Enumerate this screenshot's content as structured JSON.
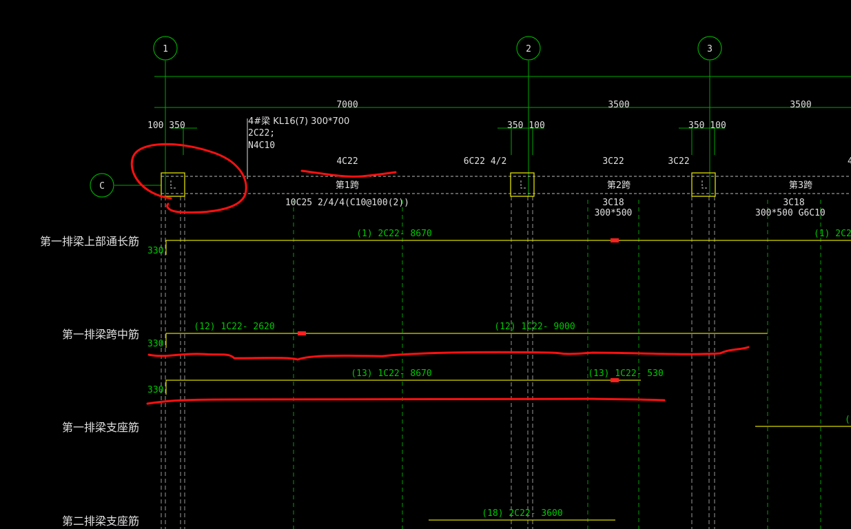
{
  "colors": {
    "background": "#000000",
    "axis_green": "#00a800",
    "bar_yellow": "#d8d800",
    "label_green": "#00c800",
    "text_white": "#e0e0e0",
    "markup_red": "#ff1010",
    "column_yellow": "#e0e000",
    "dash_grey": "#9a9a9a"
  },
  "axes": {
    "bubble_1": "1",
    "bubble_2": "2",
    "bubble_3": "3",
    "bubble_c": "C"
  },
  "dimensions": {
    "span_1": "7000",
    "span_2": "3500",
    "span_3": "3500",
    "offset_1": "100 350",
    "offset_2": "350 100",
    "offset_3": "350 100"
  },
  "beam": {
    "title": "4#梁 KL16(7) 300*700",
    "top_through": "2C22;",
    "side_bars": "N4C10",
    "span_1_label": "第1跨",
    "span_2_label": "第2跨",
    "span_3_label": "第3跨",
    "top_span1": "4C22",
    "support_2_top": "6C22 4/2",
    "top_span2_left": "3C22",
    "top_span2_right": "3C22",
    "top_span3": "4",
    "bottom_span1": "10C25 2/4/4(C10@100(2))",
    "bottom_span2": "3C18",
    "section_span2": "300*500",
    "bottom_span3": "3C18",
    "section_span3": "300*500 G6C10"
  },
  "rows": {
    "row1_label": "第一排梁上部通长筋",
    "row2_label": "第一排梁跨中筋",
    "row3_label": "第一排梁支座筋",
    "row4_label": "第二排梁支座筋"
  },
  "bars": {
    "b1_anchor": "330",
    "b1_label": "(1) 2C22- 8670",
    "b1_label_cut": "(1) 2C2",
    "b12_anchor": "330",
    "b12a_label": "(12) 1C22- 2620",
    "b12b_label": "(12) 1C22- 9000",
    "b13_anchor": "330",
    "b13a_label": "(13) 1C22- 8670",
    "b13b_label": "(13) 1C22- 530",
    "b_row3_cut": "(",
    "b18_label": "(18) 2C22- 3600"
  }
}
